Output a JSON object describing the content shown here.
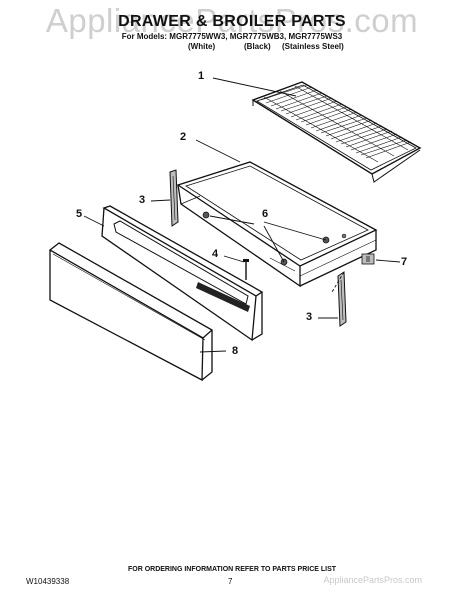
{
  "watermark": "AppliancePartsPros.com",
  "footer_watermark": "AppliancePartsPros.com",
  "header": {
    "title": "DRAWER & BROILER PARTS",
    "models_line": "For Models: MGR7775WW3, MGR7775WB3, MGR7775WS3",
    "colors": [
      "(White)",
      "(Black)",
      "(Stainless Steel)"
    ]
  },
  "callouts": {
    "c1": "1",
    "c2": "2",
    "c3a": "3",
    "c3b": "3",
    "c4": "4",
    "c5": "5",
    "c6": "6",
    "c7": "7",
    "c8": "8"
  },
  "footer": {
    "note": "FOR ORDERING INFORMATION REFER TO PARTS PRICE LIST",
    "doc_number": "W10439338",
    "page_number": "7"
  }
}
